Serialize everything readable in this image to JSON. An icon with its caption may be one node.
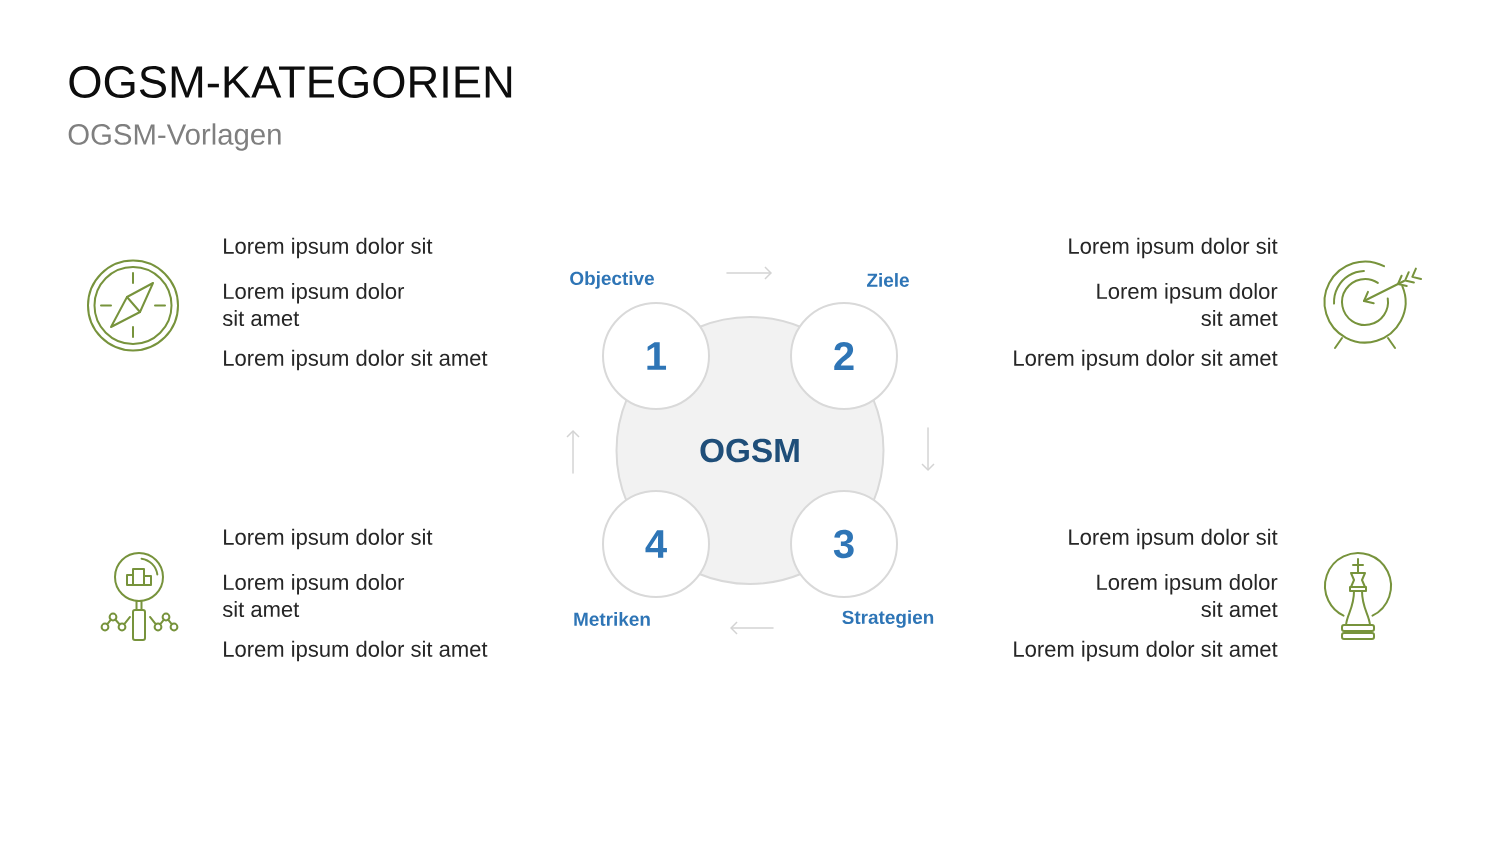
{
  "diagram": {
    "title": "OGSM-KATEGORIEN",
    "nodes": [
      {
        "text": [
          "OGSM"
        ]
      },
      {
        "text": [
          "1"
        ],
        "beside": [
          "Objective"
        ]
      },
      {
        "text": [
          "2"
        ],
        "beside": [
          "Ziele"
        ]
      },
      {
        "text": [
          "3"
        ],
        "beside": [
          "Strategien"
        ]
      },
      {
        "text": [
          "4"
        ],
        "beside": [
          "Metriken"
        ]
      }
    ],
    "labels": [
      "OGSM-Vorlagen",
      "Lorem ipsum dolor sit",
      "Lorem ipsum dolor sit amet",
      "Lorem ipsum dolor sit amet",
      "Lorem ipsum dolor sit",
      "Lorem ipsum dolor sit amet",
      "Lorem ipsum dolor sit amet",
      "Lorem ipsum dolor sit",
      "Lorem ipsum dolor sit amet",
      "Lorem ipsum dolor sit amet",
      "Lorem ipsum dolor sit",
      "Lorem ipsum dolor sit amet",
      "Lorem ipsum dolor sit amet"
    ]
  }
}
